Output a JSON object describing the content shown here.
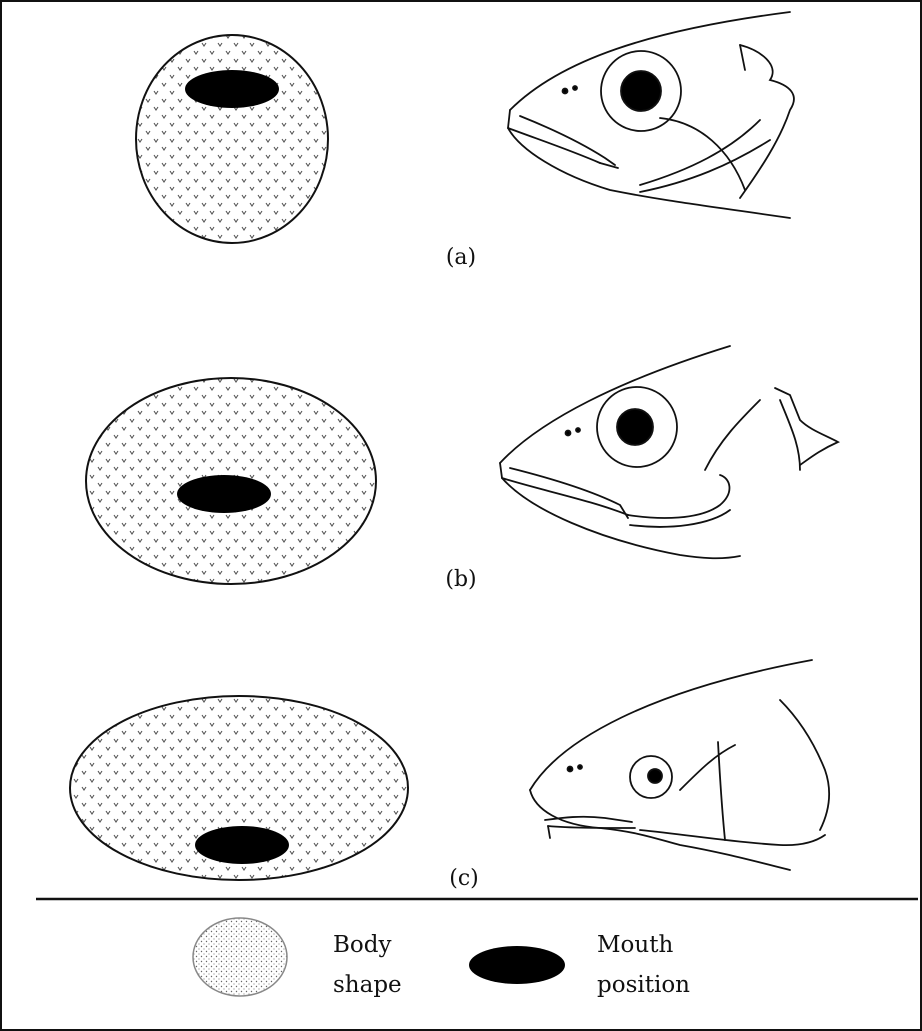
{
  "panels": [
    {
      "label": "(a)"
    },
    {
      "label": "(b)"
    },
    {
      "label": "(c)"
    }
  ],
  "legend": {
    "body_shape_line1": "Body",
    "body_shape_line2": "shape",
    "mouth_position_line1": "Mouth",
    "mouth_position_line2": "position"
  },
  "colors": {
    "ink": "#111111",
    "stipple": "#444444",
    "background": "#ffffff"
  }
}
